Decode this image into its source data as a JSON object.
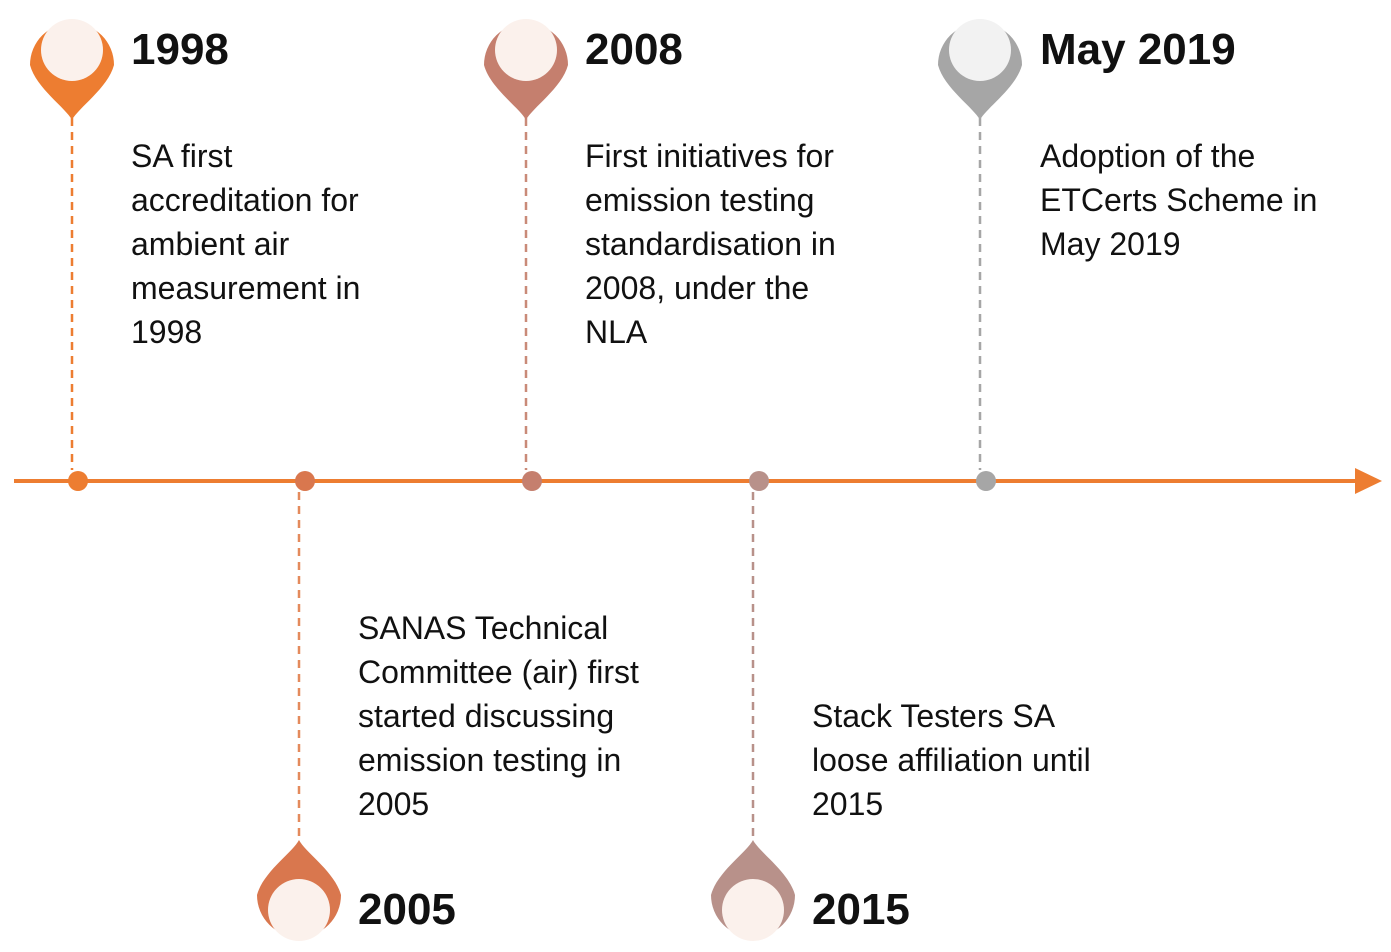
{
  "events": [
    {
      "year": "1998",
      "description": "SA first\naccreditation for\nambient air\nmeasurement in\n1998",
      "pin_color": "#ED7D31",
      "dot_color": "#ED7D31",
      "dash_color": "#ED7D31"
    },
    {
      "year": "2005",
      "description": "SANAS Technical\nCommittee (air) first\nstarted discussing\nemission testing in\n2005",
      "pin_color": "#D9774E",
      "dot_color": "#D9774E",
      "dash_color": "#E48A5C"
    },
    {
      "year": "2008",
      "description": "First initiatives for\nemission testing\nstandardisation in\n2008, under the\nNLA",
      "pin_color": "#C57F6E",
      "dot_color": "#C57F6E",
      "dash_color": "#C98A78"
    },
    {
      "year": "2015",
      "description": "Stack Testers SA\nloose affiliation until\n2015",
      "pin_color": "#B8918A",
      "dot_color": "#B8918A",
      "dash_color": "#B8918A"
    },
    {
      "year": "May 2019",
      "description": "Adoption of the\nETCerts Scheme in\nMay 2019",
      "pin_color": "#A6A6A6",
      "dot_color": "#A6A6A6",
      "dash_color": "#A6A6A6"
    }
  ],
  "colors": {
    "axis": "#ED7D31",
    "pin_inner": "#FBF1EC",
    "pin_inner_grey": "#F2F2F2"
  }
}
